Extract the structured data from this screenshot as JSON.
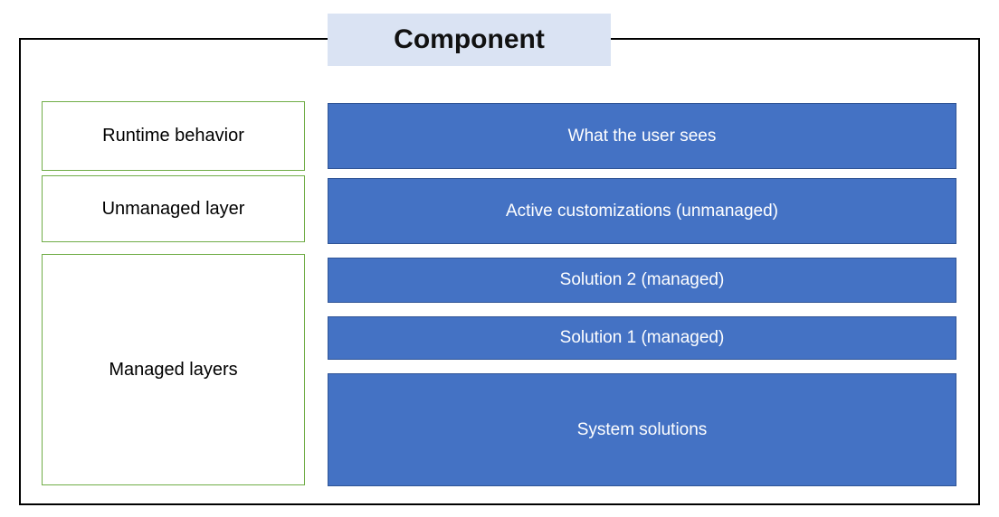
{
  "diagram": {
    "title": "Component",
    "left_labels": [
      {
        "text": "Runtime behavior"
      },
      {
        "text": "Unmanaged layer"
      },
      {
        "text": "Managed layers"
      }
    ],
    "layers": [
      {
        "text": "What the user sees"
      },
      {
        "text": "Active customizations (unmanaged)"
      },
      {
        "text": "Solution 2 (managed)"
      },
      {
        "text": "Solution 1 (managed)"
      },
      {
        "text": "System solutions"
      }
    ]
  },
  "colors": {
    "title_bg": "#dae3f3",
    "box_fill": "#4472c4",
    "box_border": "#2f5496",
    "label_border": "#70ad47",
    "outline": "#000000",
    "box_text": "#ffffff",
    "label_text": "#000000"
  }
}
